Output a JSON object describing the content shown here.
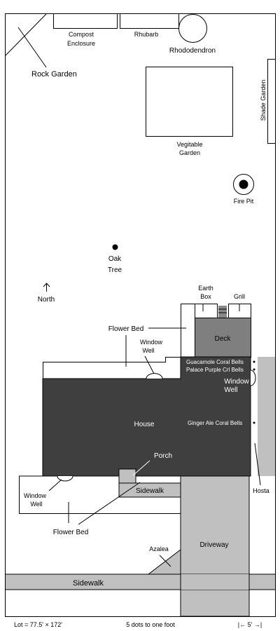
{
  "labels": {
    "compost": [
      "Compost",
      "Enclosure"
    ],
    "rhubarb": "Rhubarb",
    "rhododendron": "Rhododendron",
    "rock_garden": "Rock Garden",
    "shade_garden": "Shade Garden",
    "vegetable_garden": [
      "Vegitable",
      "Garden"
    ],
    "fire_pit": "Fire Pit",
    "oak_tree": [
      "Oak",
      "Tree"
    ],
    "north": "North",
    "earth_box": [
      "Earth",
      "Box"
    ],
    "grill": "Grill",
    "deck": "Deck",
    "flower_bed_top": "Flower Bed",
    "window_well_top": [
      "Window",
      "Well"
    ],
    "guacamole": "Guacamole Coral Bells",
    "palace_purple": "Palace Purple Crl Bells",
    "window_well_right": [
      "Window",
      "Well"
    ],
    "house": "House",
    "ginger_ale": "Ginger Ale Coral Bells",
    "porch": "Porch",
    "hosta": "Hosta",
    "sidewalk_front": "Sidewalk",
    "window_well_bottom": [
      "Window",
      "Well"
    ],
    "flower_bed_bottom": "Flower Bed",
    "driveway": "Driveway",
    "azalea": "Azalea",
    "sidewalk_street": "Sidewalk"
  },
  "footer": {
    "lot": "Lot = 77.5' × 172'",
    "scale": "5 dots to one foot",
    "scale_bar": "|← 5' →|"
  },
  "colors": {
    "house": "#3f3f3f",
    "deck": "#7f7f7f",
    "paving": "#c0c0c0"
  }
}
